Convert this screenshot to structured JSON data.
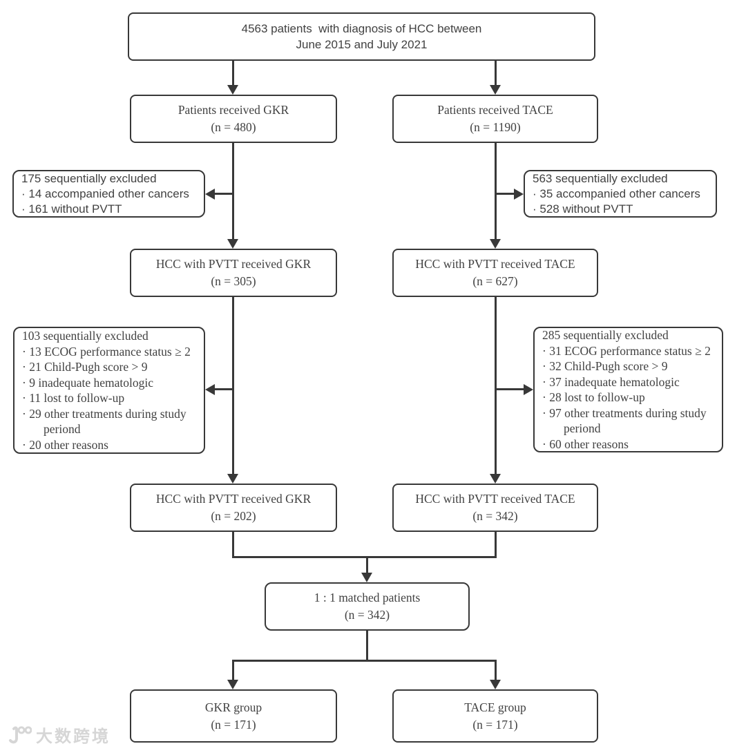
{
  "flow": {
    "start": {
      "line1": "4563 patients  with diagnosis of HCC between",
      "line2": "June 2015 and July 2021"
    },
    "gkr_received": {
      "line1": "Patients received GKR",
      "line2": "(n = 480)"
    },
    "tace_received": {
      "line1": "Patients received TACE",
      "line2": "(n = 1190)"
    },
    "gkr_exclusion1": {
      "lines": [
        "175 sequentially excluded",
        "· 14 accompanied other cancers",
        "· 161 without PVTT"
      ]
    },
    "tace_exclusion1": {
      "lines": [
        "563 sequentially excluded",
        "· 35 accompanied other cancers",
        "· 528 without PVTT"
      ]
    },
    "gkr_pvtt": {
      "line1": "HCC with PVTT received GKR",
      "line2": "(n = 305)"
    },
    "tace_pvtt": {
      "line1": "HCC with PVTT received TACE",
      "line2": "(n = 627)"
    },
    "gkr_exclusion2": {
      "lines": [
        "103 sequentially excluded",
        "· 13 ECOG performance status ≥ 2",
        "· 21 Child-Pugh score > 9",
        "· 9 inadequate hematologic",
        "· 11 lost to follow-up",
        "· 29 other treatments during study",
        "periond",
        "· 20 other reasons"
      ]
    },
    "tace_exclusion2": {
      "lines": [
        "285 sequentially excluded",
        "· 31 ECOG performance status ≥ 2",
        "· 32 Child-Pugh score > 9",
        "· 37 inadequate hematologic",
        "· 28 lost to follow-up",
        "· 97 other treatments during study",
        "periond",
        "· 60 other reasons"
      ]
    },
    "gkr_after": {
      "line1": "HCC with PVTT received GKR",
      "line2": "(n = 202)"
    },
    "tace_after": {
      "line1": "HCC with PVTT received TACE",
      "line2": "(n = 342)"
    },
    "matched": {
      "line1": "1 : 1 matched patients",
      "line2": "(n = 342)"
    },
    "gkr_group": {
      "line1": "GKR group",
      "line2": "(n = 171)"
    },
    "tace_group": {
      "line1": "TACE group",
      "line2": "(n = 171)"
    }
  },
  "watermark": {
    "text": "大数跨境"
  },
  "colors": {
    "line": "#383838",
    "text": "#414141",
    "background": "#ffffff",
    "watermark": "#cfcfcf"
  }
}
